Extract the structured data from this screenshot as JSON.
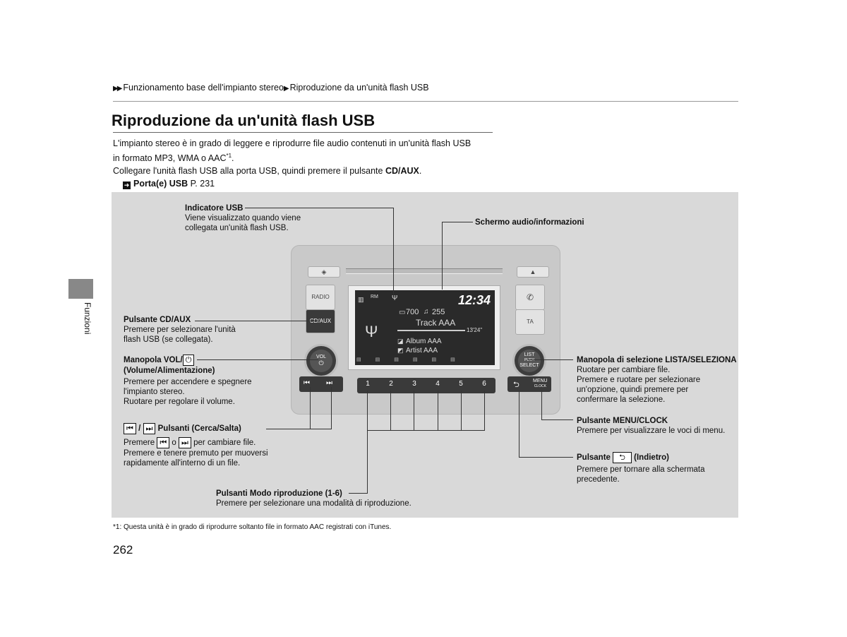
{
  "breadcrumb": {
    "arrows": "▶▶",
    "item1": "Funzionamento base dell'impianto stereo",
    "sep": "▶",
    "item2": "Riproduzione da un'unità flash USB"
  },
  "title": "Riproduzione da un'unità flash USB",
  "intro": {
    "line1": "L'impianto stereo è in grado di leggere e riprodurre file audio contenuti in un'unità flash USB",
    "line2": "in formato MP3, WMA o AAC",
    "line2_sup": "*1",
    "line2_end": ".",
    "line3_pre": "Collegare l'unità flash USB alla porta USB, quindi premere il pulsante ",
    "line3_bold": "CD/AUX",
    "line3_end": ".",
    "ref_bold": "Porta(e) USB",
    "ref_page": " P. 231"
  },
  "side_label": "Funzioni",
  "labels": {
    "usb_indicator": {
      "title": "Indicatore USB",
      "line1": "Viene visualizzato quando viene",
      "line2": "collegata un'unità flash USB."
    },
    "screen": {
      "title": "Schermo audio/informazioni"
    },
    "cdaux": {
      "title": "Pulsante CD/AUX",
      "line1": "Premere per selezionare l'unità",
      "line2": "flash USB (se collegata)."
    },
    "vol": {
      "title_a": "Manopola VOL/",
      "title_b": "(Volume/Alimentazione)",
      "line1": "Premere per accendere e spegnere",
      "line2": "l'impianto stereo.",
      "line3": "Ruotare per regolare il volume."
    },
    "seek": {
      "sep": "/",
      "title": "Pulsanti (Cerca/Salta)",
      "l1_pre": "Premere",
      "l1_mid": "o",
      "l1_post": "per cambiare file.",
      "line2": "Premere e tenere premuto per muoversi",
      "line3": "rapidamente all'interno di un file."
    },
    "modes": {
      "title": "Pulsanti Modo riproduzione (1-6)",
      "line1": "Premere per selezionare una modalità di riproduzione."
    },
    "list": {
      "title": "Manopola di selezione LISTA/SELEZIONA",
      "line1": "Ruotare per cambiare file.",
      "line2": "Premere e ruotare per selezionare",
      "line3": "un'opzione, quindi premere per",
      "line4": "confermare la selezione."
    },
    "menu": {
      "title": "Pulsante MENU/CLOCK",
      "line1": "Premere per visualizzare le voci di menu."
    },
    "back": {
      "title_a": "Pulsante",
      "title_b": "(Indietro)",
      "line1": "Premere per tornare alla schermata",
      "line2": "precedente."
    }
  },
  "device": {
    "radio_label": "RADIO",
    "cdaux_label": "CD/AUX",
    "ta_label": "TA",
    "vol_label": "VOL",
    "list_label": "LIST",
    "push_label": "PUSH",
    "select_label": "SELECT",
    "menu_label": "MENU",
    "clock_label": "CLOCK",
    "presets": [
      "1",
      "2",
      "3",
      "4",
      "5",
      "6"
    ],
    "screen": {
      "rm": "RM",
      "time": "12:34",
      "folder": "700",
      "track_no": "255",
      "track": "Track AAA",
      "elapsed": "13'24\"",
      "album": "Album AAA",
      "artist": "Artist AAA"
    }
  },
  "footnote": "*1: Questa unità è in grado di riprodurre soltanto file in formato AAC registrati con iTunes.",
  "page_number": "262"
}
